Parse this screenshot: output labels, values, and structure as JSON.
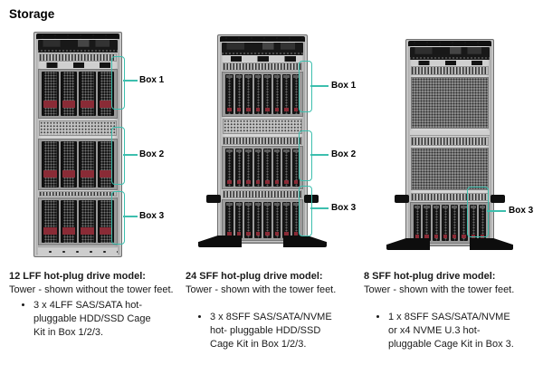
{
  "title": "Storage",
  "accent_color": "#3dbfae",
  "drive_latch_color": "#8a2b36",
  "towers": [
    {
      "model": "12 LFF hot-plug drive model",
      "drive_type": "LFF",
      "boxes": [
        {
          "label": "Box 1",
          "drives": 4
        },
        {
          "label": "Box 2",
          "drives": 4
        },
        {
          "label": "Box 3",
          "drives": 4
        }
      ],
      "callouts": [
        "Box 1",
        "Box 2",
        "Box 3"
      ]
    },
    {
      "model": "24 SFF hot-plug drive model",
      "drive_type": "SFF",
      "boxes": [
        {
          "label": "Box 1",
          "drives": 8
        },
        {
          "label": "Box 2",
          "drives": 8
        },
        {
          "label": "Box 3",
          "drives": 8
        }
      ],
      "callouts": [
        "Box 1",
        "Box 2",
        "Box 3"
      ]
    },
    {
      "model": "8 SFF hot-plug drive model",
      "drive_type": "SFF",
      "boxes": [
        {
          "label": "Box 3",
          "drives": 8
        }
      ],
      "callouts": [
        "Box 3"
      ]
    }
  ],
  "descriptions": [
    {
      "heading": "12 LFF hot-plug drive model:",
      "body": "Tower - shown without the tower feet.",
      "bullets": [
        "3 x 4LFF SAS/SATA hot-pluggable HDD/SSD Cage Kit in Box 1/2/3."
      ]
    },
    {
      "heading": "24 SFF hot-plug drive model:",
      "body": "Tower - shown with the tower feet.",
      "bullets": [
        "3 x 8SFF SAS/SATA/NVME hot- pluggable HDD/SSD Cage Kit in Box 1/2/3."
      ]
    },
    {
      "heading": "8 SFF hot-plug drive model:",
      "body": "Tower - shown with the tower feet.",
      "bullets": [
        "1 x 8SFF SAS/SATA/NVME or x4 NVME U.3 hot-pluggable Cage Kit in Box 3."
      ]
    }
  ]
}
